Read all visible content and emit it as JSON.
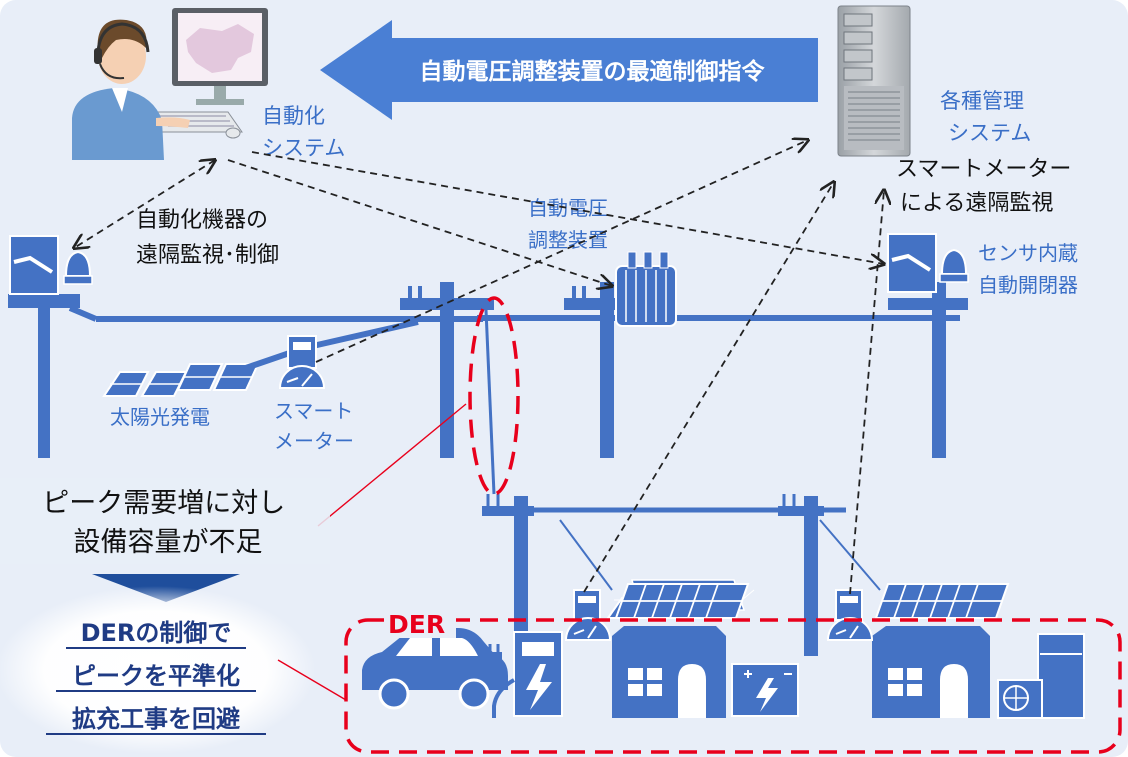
{
  "banner": {
    "text": "自動電圧調整装置の最適制御指令"
  },
  "operator_label": [
    "自動化",
    "システム"
  ],
  "server_label": [
    "各種管理",
    "システム"
  ],
  "smart_meter_monitoring": [
    "スマートメーター",
    "による遠隔監視"
  ],
  "automation_monitoring": [
    "自動化機器の",
    "遠隔監視･制御"
  ],
  "voltage_regulator_label": [
    "自動電圧",
    "調整装置"
  ],
  "sensor_switch_label": [
    "センサ内蔵",
    "自動開閉器"
  ],
  "solar_label": "太陽光発電",
  "smart_meter_label": [
    "スマート",
    "メーター"
  ],
  "problem_text": [
    "ピーク需要増に対し",
    "設備容量が不足"
  ],
  "solution_text": [
    "DERの制御で",
    "ピークを平準化",
    "拡充工事を回避"
  ],
  "der_label": "DER",
  "colors": {
    "background": "#e8eef8",
    "equipment": "#4472c4",
    "banner": "#4a7fd4",
    "label_blue": "#3a6fc7",
    "alert_red": "#e8001c",
    "solution_navy": "#1f3b84",
    "arrow_down": "#1f4e9c"
  }
}
